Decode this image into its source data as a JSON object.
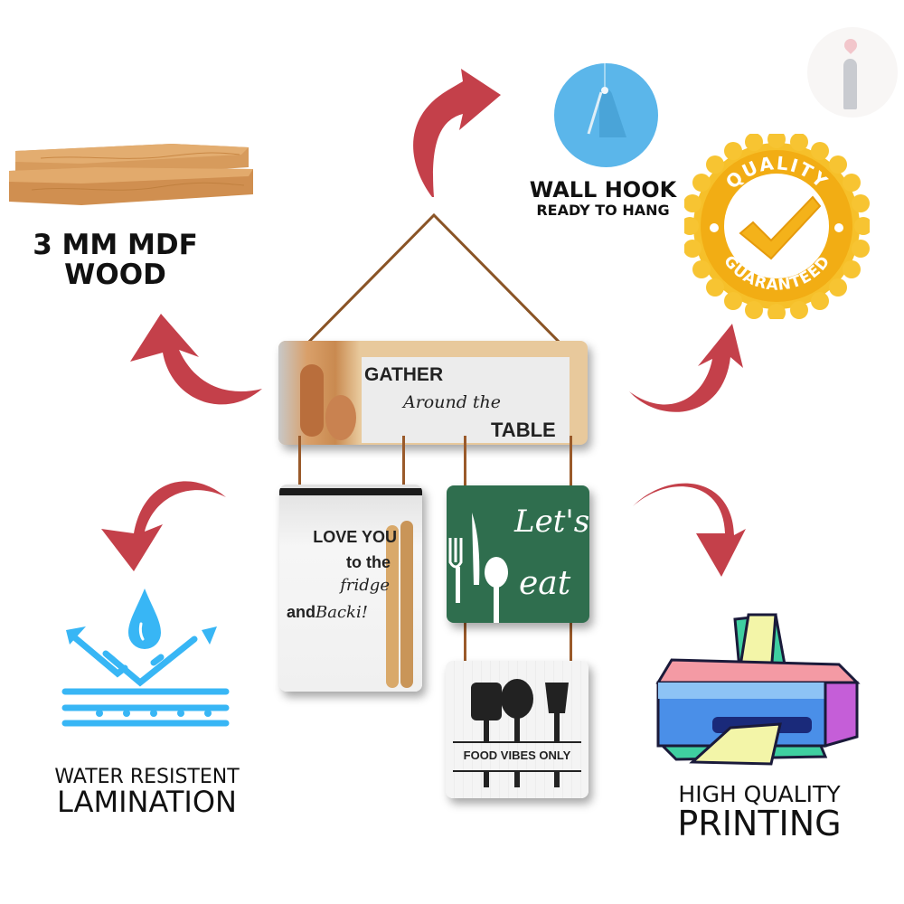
{
  "features": {
    "wood": {
      "line1": "3 MM MDF",
      "line2": "WOOD",
      "icon": "wood-planks-icon"
    },
    "hook": {
      "title": "WALL HOOK",
      "subtitle": "READY TO HANG",
      "icon": "wall-hook-icon"
    },
    "quality": {
      "top_text": "QUALITY",
      "bottom_text": "GUARANTEED",
      "icon": "quality-badge-icon"
    },
    "water": {
      "line1": "WATER RESISTENT",
      "line2": "LAMINATION",
      "icon": "water-drop-icon"
    },
    "printing": {
      "line1": "HIGH QUALITY",
      "line2": "PRINTING",
      "icon": "printer-icon"
    }
  },
  "product": {
    "top_sign": {
      "line1": "GATHER",
      "line2": "Around the",
      "line3": "TABLE"
    },
    "left_sign": {
      "line1": "LOVE YOU",
      "line2": "to the",
      "line3": "fridge",
      "line4a": "and",
      "line4b": "Backi!"
    },
    "green_sign": {
      "line1": "Let's",
      "line2": "eat"
    },
    "bottom_sign": {
      "text": "FOOD VIBES ONLY"
    }
  },
  "colors": {
    "arrow": "#c4404a",
    "water_blue": "#38b6f5",
    "hook_blue": "#5bb6ea",
    "badge_gold": "#f6b817",
    "green_board": "#2f6e4e"
  }
}
